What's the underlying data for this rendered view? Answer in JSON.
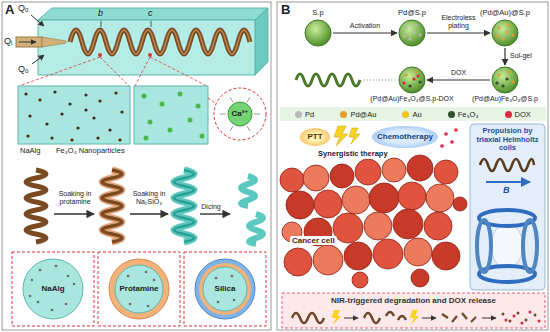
{
  "diagram": {
    "nodes": [
      {
        "text": [
          "A"
        ]
      },
      {
        "text": [
          "NaAlg",
          "Fe₃O₄ Nanoparticles"
        ],
        "in": 0
      },
      {
        "text": [
          "Ca²⁺"
        ],
        "in": 0
      },
      {
        "text": [
          "NaAlg"
        ],
        "in": 0
      },
      {
        "text": [
          "Protamine"
        ],
        "in": 0
      },
      {
        "text": [
          "Silica"
        ],
        "in": 0
      },
      {
        "text": [
          "B"
        ]
      },
      {
        "text": [
          "S.p"
        ],
        "in": 6
      },
      {
        "text": [
          "Pd@S.p"
        ],
        "in": 6
      },
      {
        "text": [
          "(Pd@Au)@S.p"
        ],
        "in": 6
      },
      {
        "text": [
          "(Pd@Au)Fe₃O₄@S.p"
        ],
        "in": 6
      },
      {
        "text": [
          "(Pd@Au)Fe₃O₄@S.p-DOX"
        ],
        "in": 6
      },
      {
        "text": [
          "PTT"
        ],
        "in": 6
      },
      {
        "text": [
          "Chemotherapy"
        ],
        "in": 6
      },
      {
        "text": [
          "Propulsion by triaxial Helmholtz coils",
          "B"
        ],
        "in": 6
      },
      {
        "text": [
          "NIR-triggered degradation and DOX release"
        ],
        "in": 6
      }
    ],
    "edges": [
      {
        "from": 7,
        "to": 8,
        "label": "Activation",
        "arrow": "to"
      },
      {
        "from": 8,
        "to": 9,
        "label": "Electroless plating",
        "arrow": "to"
      },
      {
        "from": 9,
        "to": 10,
        "label": "Sol-gel",
        "arrow": "to"
      },
      {
        "from": 10,
        "to": 11,
        "label": "DOX",
        "arrow": "to"
      }
    ],
    "labels": [
      "Qₒ",
      "Qᵢ",
      "Qₒ",
      "b",
      "c",
      "Soaking in protamine",
      "Soaking in Na₂SiO₃",
      "Dicing",
      "Synergistic therapy",
      "Cancer cell"
    ],
    "legend": [
      {
        "text": "Pd",
        "color": "#b9b9b9"
      },
      {
        "text": "Pd@Au",
        "color": "#e0a030"
      },
      {
        "text": "Au",
        "color": "#f2c318"
      },
      {
        "text": "Fe₃O₄",
        "color": "#2f4f2f"
      },
      {
        "text": "DOX",
        "color": "#d8283c"
      }
    ]
  }
}
